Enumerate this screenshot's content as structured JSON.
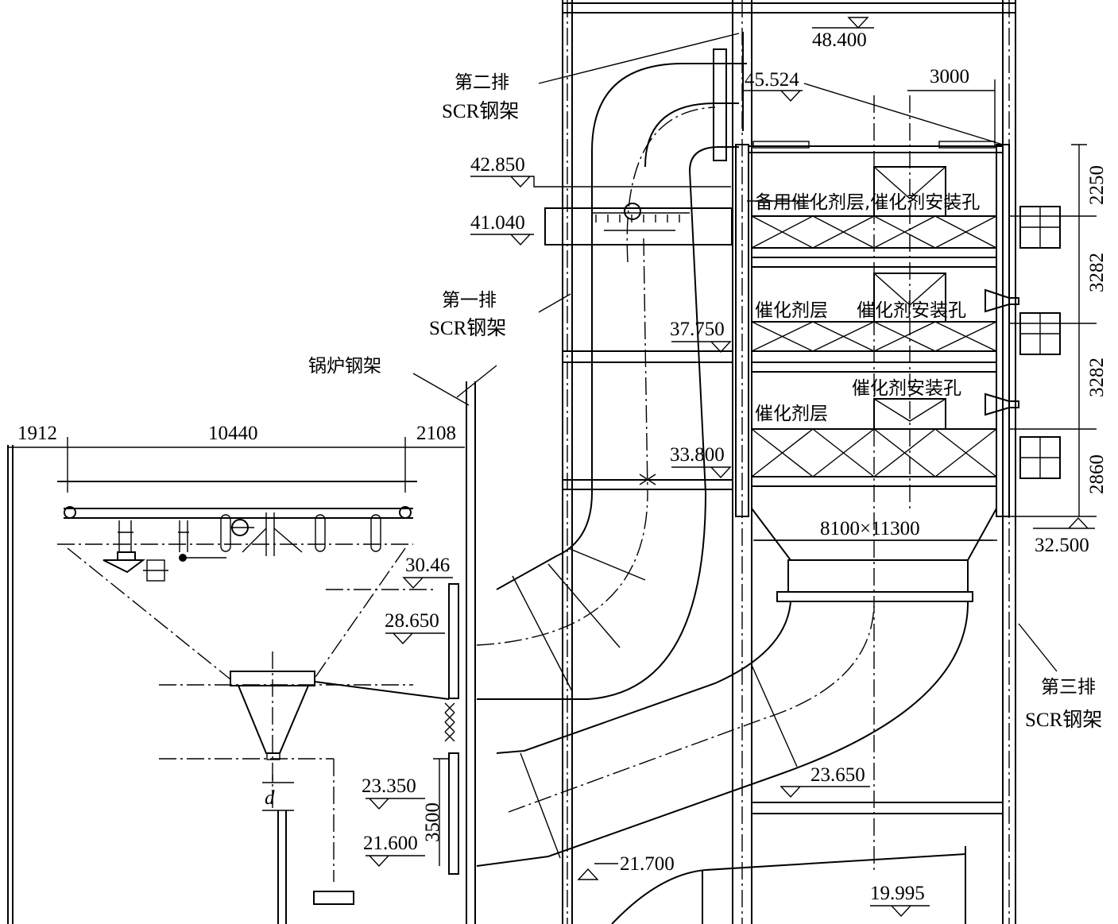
{
  "labels": {
    "row2_line1": "第二排",
    "row2_line2": "SCR钢架",
    "row1_line1": "第一排",
    "row1_line2": "SCR钢架",
    "row3_line1": "第三排",
    "row3_line2": "SCR钢架",
    "boiler_frame": "锅炉钢架",
    "spare_layer": "备用催化剂层,催化剂安装孔",
    "layer_mid": "催化剂层",
    "hole_mid": "催化剂安装孔",
    "hole_low": "催化剂安装孔",
    "layer_low": "催化剂层",
    "reactor_size": "8100×11300",
    "symbol_d": "d"
  },
  "elevations": {
    "e48400": "48.400",
    "e45524": "45.524",
    "e42850": "42.850",
    "e41040": "41.040",
    "e37750": "37.750",
    "e33800": "33.800",
    "e32500": "32.500",
    "e30460": "30.46",
    "e28650": "28.650",
    "e23650": "23.650",
    "e23350": "23.350",
    "e21700": "21.700",
    "e21600": "21.600",
    "e19995": "19.995"
  },
  "dimensions": {
    "d3000": "3000",
    "d2250": "2250",
    "d3282a": "3282",
    "d3282b": "3282",
    "d2860": "2860",
    "d1912": "1912",
    "d10440": "10440",
    "d2108": "2108",
    "d3500": "3500"
  }
}
